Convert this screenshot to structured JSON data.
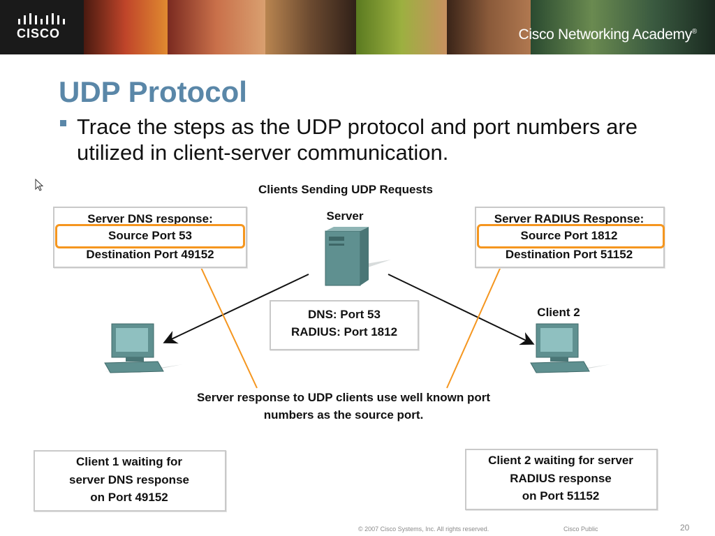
{
  "header": {
    "logo_text": "CISCO",
    "academy_text": "Cisco Networking Academy",
    "academy_mark": "®"
  },
  "slide": {
    "title": "UDP Protocol",
    "bullet": "Trace the steps as the UDP protocol and port numbers are utilized in client-server communication."
  },
  "diagram": {
    "heading": "Clients Sending UDP  Requests",
    "server_label": "Server",
    "client2_label": "Client 2",
    "dns_response_box": {
      "line1": "Server DNS response:",
      "line2": "Source Port 53",
      "line3": "Destination Port 49152"
    },
    "radius_response_box": {
      "line1": "Server RADIUS Response:",
      "line2": "Source Port 1812",
      "line3": "Destination Port 51152"
    },
    "server_ports_box": {
      "line1": "DNS: Port 53",
      "line2": "RADIUS: Port 1812"
    },
    "caption": {
      "line1": "Server response to UDP clients use well known port",
      "line2": "numbers as the source port."
    },
    "client1_wait_box": {
      "line1": "Client 1 waiting for",
      "line2": "server DNS response",
      "line3": "on Port 49152"
    },
    "client2_wait_box": {
      "line1": "Client 2 waiting for server",
      "line2": "RADIUS response",
      "line3": "on Port 51152"
    },
    "colors": {
      "highlight": "#f5961f",
      "arrow_orange": "#f5961f",
      "device_teal": "#5f9090"
    }
  },
  "footer": {
    "copyright": "© 2007 Cisco Systems, Inc. All rights reserved.",
    "classification": "Cisco Public",
    "page_number": "20"
  }
}
